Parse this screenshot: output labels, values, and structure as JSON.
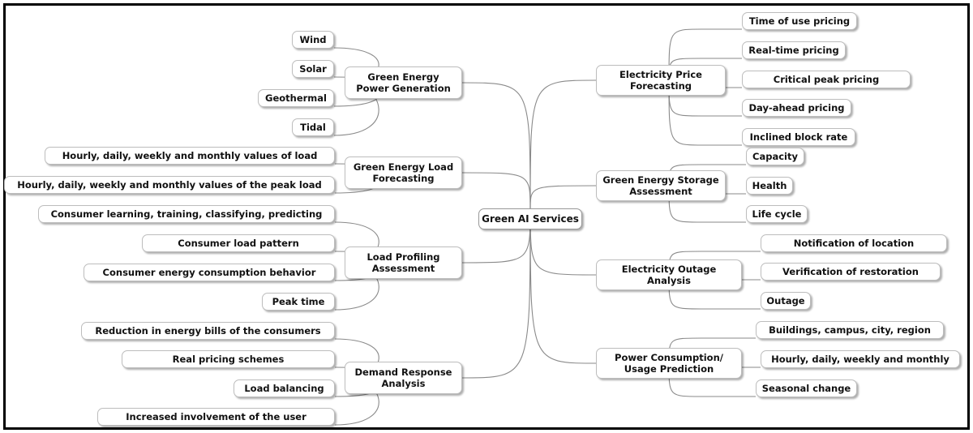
{
  "root": {
    "label": "Green AI Services"
  },
  "branches": [
    {
      "id": "green-energy-power-generation",
      "title": [
        "Green Energy",
        "Power Generation"
      ],
      "leaves": [
        "Wind",
        "Solar",
        "Geothermal",
        "Tidal"
      ]
    },
    {
      "id": "green-energy-load-forecasting",
      "title": [
        "Green Energy Load",
        "Forecasting"
      ],
      "leaves": [
        "Hourly, daily, weekly and monthly values of load",
        "Hourly, daily, weekly and monthly values of the peak load"
      ]
    },
    {
      "id": "load-profiling-assessment",
      "title": [
        "Load Profiling",
        "Assessment"
      ],
      "leaves": [
        "Consumer learning, training, classifying, predicting",
        "Consumer load pattern",
        "Consumer energy consumption behavior",
        "Peak time"
      ]
    },
    {
      "id": "demand-response-analysis",
      "title": [
        "Demand Response",
        "Analysis"
      ],
      "leaves": [
        "Reduction in energy bills of the consumers",
        "Real pricing schemes",
        "Load balancing",
        "Increased involvement of the user"
      ]
    },
    {
      "id": "electricity-price-forecasting",
      "title": [
        "Electricity Price",
        "Forecasting"
      ],
      "leaves": [
        "Time of use pricing",
        "Real-time pricing",
        "Critical peak pricing",
        "Day-ahead pricing",
        "Inclined block rate"
      ]
    },
    {
      "id": "green-energy-storage-assessment",
      "title": [
        "Green Energy Storage",
        "Assessment"
      ],
      "leaves": [
        "Capacity",
        "Health",
        "Life cycle"
      ]
    },
    {
      "id": "electricity-outage-analysis",
      "title": [
        "Electricity Outage",
        "Analysis"
      ],
      "leaves": [
        "Notification of location",
        "Verification of restoration",
        "Outage"
      ]
    },
    {
      "id": "power-consumption-usage-prediction",
      "title": [
        "Power Consumption/",
        "Usage Prediction"
      ],
      "leaves": [
        "Buildings, campus, city, region",
        "Hourly, daily, weekly and monthly",
        "Seasonal change"
      ]
    }
  ]
}
